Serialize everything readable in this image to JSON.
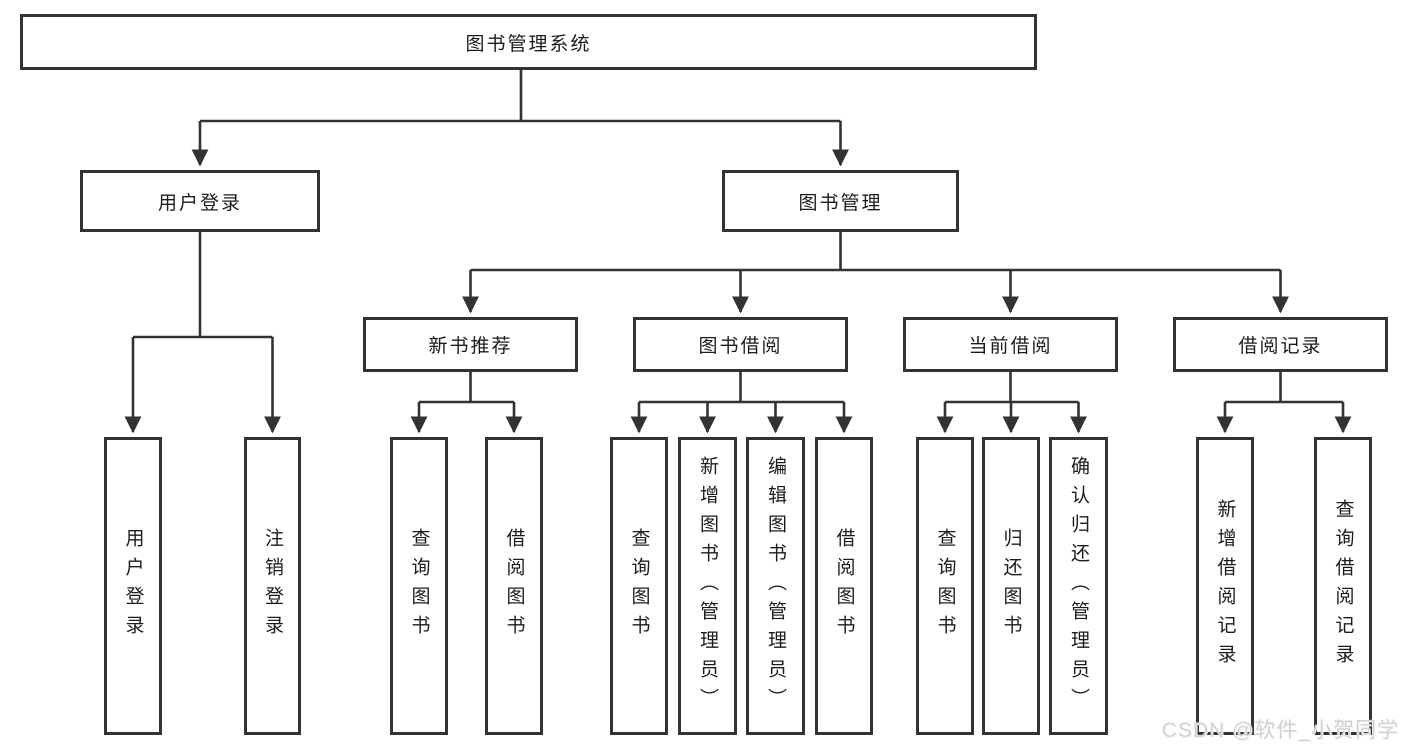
{
  "diagram": {
    "root": {
      "label": "图书管理系统",
      "children": [
        {
          "label": "用户登录",
          "children": [
            {
              "label": "用户登录"
            },
            {
              "label": "注销登录"
            }
          ]
        },
        {
          "label": "图书管理",
          "children": [
            {
              "label": "新书推荐",
              "children": [
                {
                  "label": "查询图书"
                },
                {
                  "label": "借阅图书"
                }
              ]
            },
            {
              "label": "图书借阅",
              "children": [
                {
                  "label": "查询图书"
                },
                {
                  "label": "新增图书（管理员）"
                },
                {
                  "label": "编辑图书（管理员）"
                },
                {
                  "label": "借阅图书"
                }
              ]
            },
            {
              "label": "当前借阅",
              "children": [
                {
                  "label": "查询图书"
                },
                {
                  "label": "归还图书"
                },
                {
                  "label": "确认归还（管理员）"
                }
              ]
            },
            {
              "label": "借阅记录",
              "children": [
                {
                  "label": "新增借阅记录"
                },
                {
                  "label": "查询借阅记录"
                }
              ]
            }
          ]
        }
      ]
    }
  },
  "watermark": {
    "text": "CSDN @软件_小贺同学"
  },
  "colors": {
    "line": "#333333",
    "box_border": "#333333",
    "text": "#1c1c1c",
    "background": "#ffffff",
    "watermark": "#d2d2d2"
  }
}
